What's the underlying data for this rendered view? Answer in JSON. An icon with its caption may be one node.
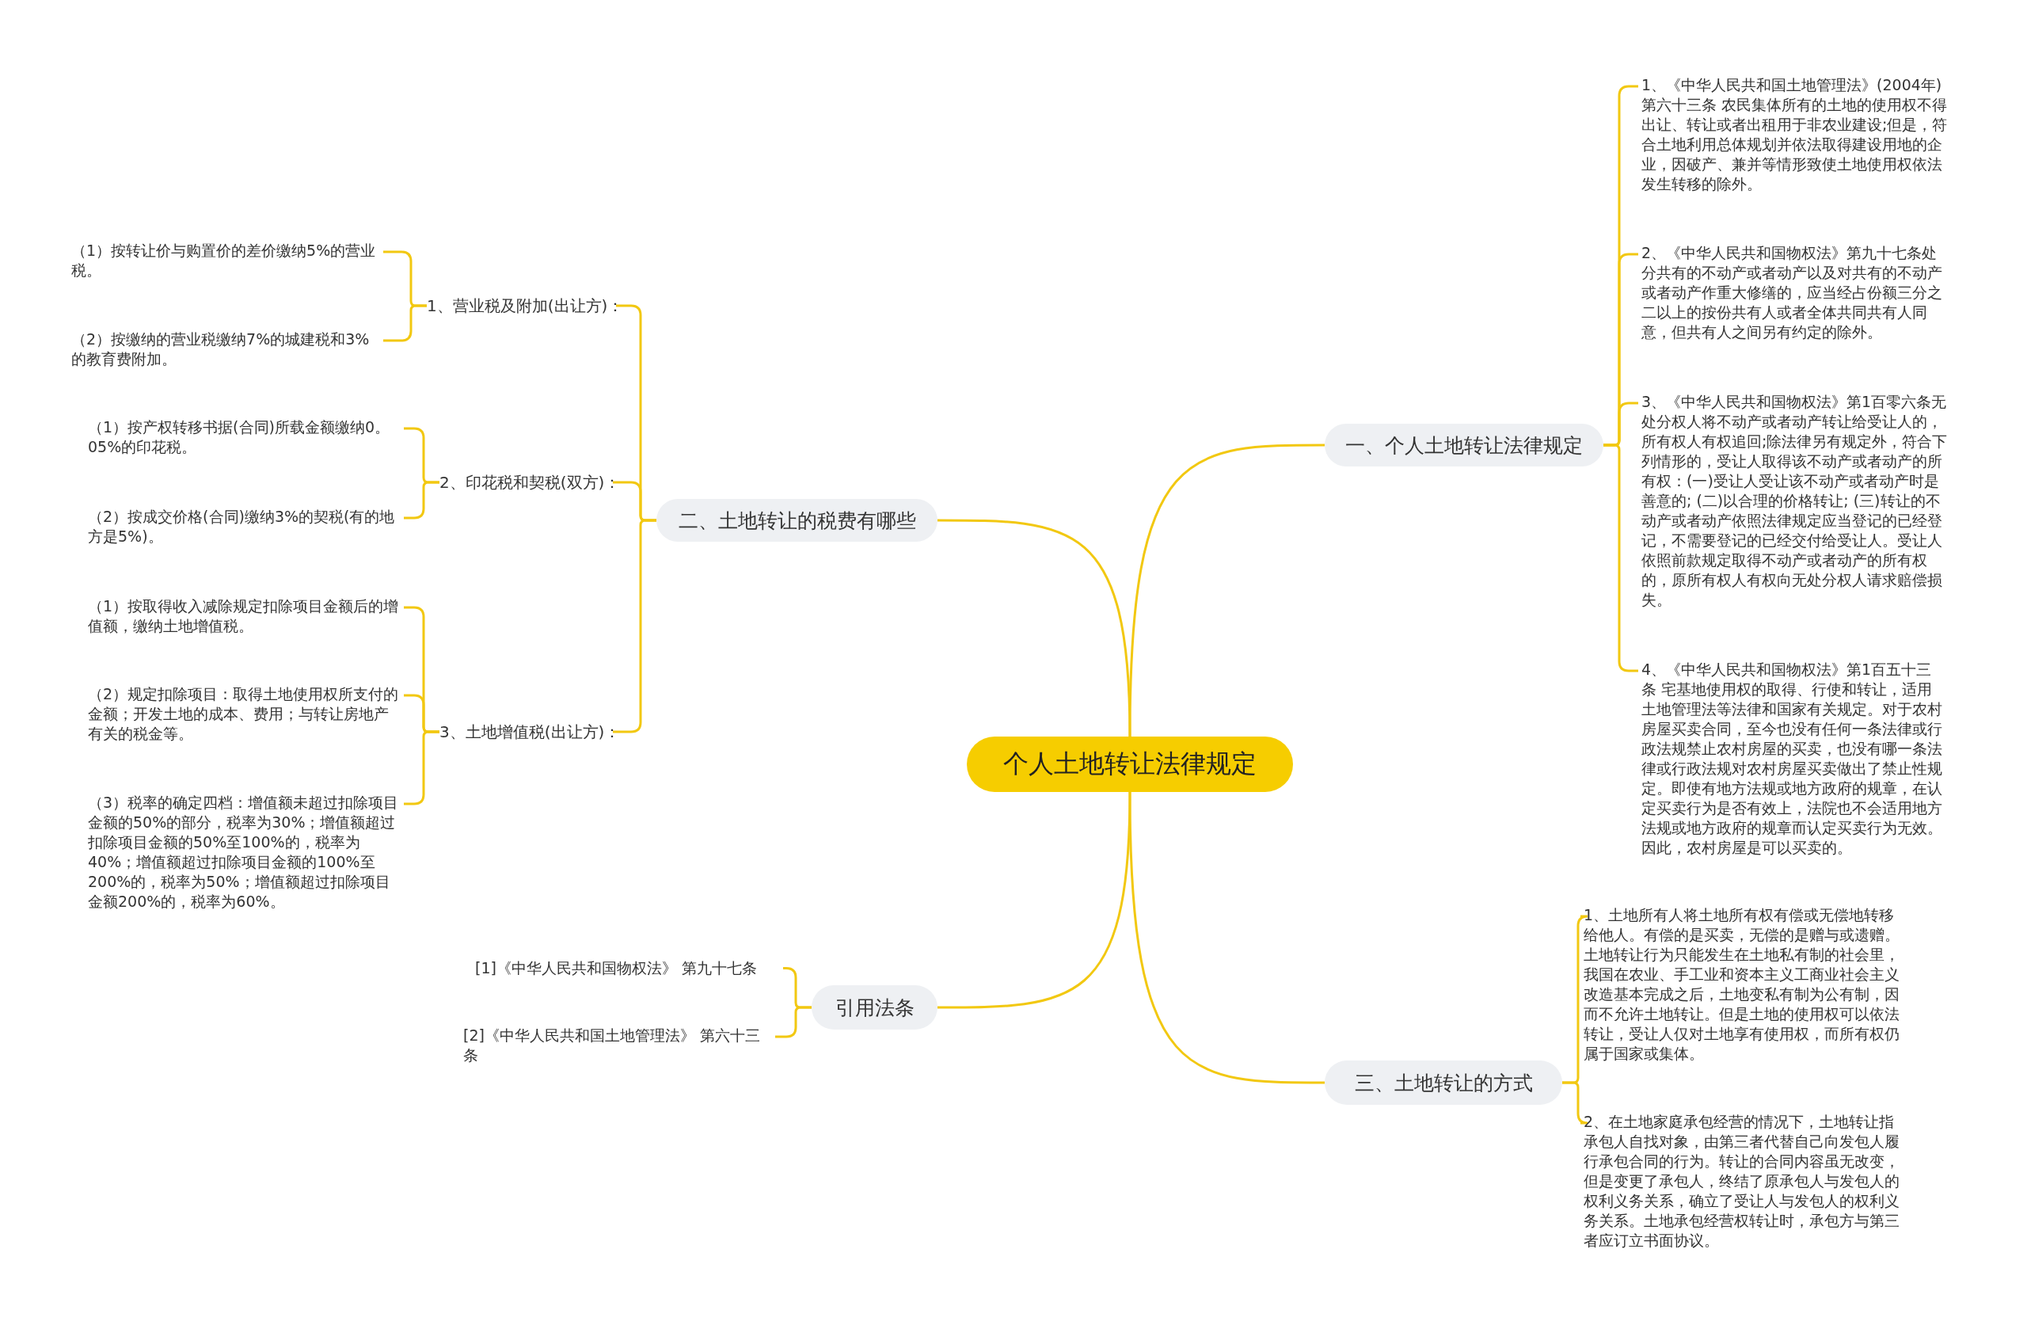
{
  "diagram": {
    "nodes": [
      {
        "text": [
          "个人土地转让法律规定"
        ]
      },
      {
        "text": [
          "一、个人土地转让法律规定"
        ]
      },
      {
        "text": [
          "1、《中华人民共和国土地管理法》(2004年)第六十三条 农民集体所有的土地的使用权不得出让、转让或者出租用于非农业建设;但是，符合土地利用总体规划并依法取得建设用地的企业，因破产、兼并等情形致使土地使用权依法发生转移的除外。"
        ]
      },
      {
        "text": [
          "2、《中华人民共和国物权法》第九十七条处分共有的不动产或者动产以及对共有的不动产或者动产作重大修缮的，应当经占份额三分之二以上的按份共有人或者全体共同共有人同意，但共有人之间另有约定的除外。"
        ]
      },
      {
        "text": [
          "3、《中华人民共和国物权法》第1百零六条无处分权人将不动产或者动产转让给受让人的，所有权人有权追回;除法律另有规定外，符合下列情形的，受让人取得该不动产或者动产的所有权：(一)受让人受让该不动产或者动产时是善意的; (二)以合理的价格转让; (三)转让的不动产或者动产依照法律规定应当登记的已经登记，不需要登记的已经交付给受让人。受让人依照前款规定取得不动产或者动产的所有权的，原所有权人有权向无处分权人请求赔偿损失。"
        ]
      },
      {
        "text": [
          "4、《中华人民共和国物权法》第1百五十三条 宅基地使用权的取得、行使和转让，适用土地管理法等法律和国家有关规定。对于农村房屋买卖合同，至今也没有任何一条法律或行政法规禁止农村房屋的买卖，也没有哪一条法律或行政法规对农村房屋买卖做出了禁止性规定。即使有地方法规或地方政府的规章，在认定买卖行为是否有效上，法院也不会适用地方法规或地方政府的规章而认定买卖行为无效。因此，农村房屋是可以买卖的。"
        ]
      },
      {
        "text": [
          "二、土地转让的税费有哪些"
        ]
      },
      {
        "text": [
          "1、营业税及附加(出让方)："
        ]
      },
      {
        "text": [
          "（1）按转让价与购置价的差价缴纳5%的营业税。"
        ]
      },
      {
        "text": [
          "（2）按缴纳的营业税缴纳7%的城建税和3%的教育费附加。"
        ]
      },
      {
        "text": [
          "2、印花税和契税(双方)："
        ]
      },
      {
        "text": [
          "（1）按产权转移书据(合同)所载金额缴纳0。05%的印花税。"
        ]
      },
      {
        "text": [
          "（2）按成交价格(合同)缴纳3%的契税(有的地方是5%)。"
        ]
      },
      {
        "text": [
          "3、土地增值税(出让方)："
        ]
      },
      {
        "text": [
          "（1）按取得收入减除规定扣除项目金额后的增值额，缴纳土地增值税。"
        ]
      },
      {
        "text": [
          "（2）规定扣除项目：取得土地使用权所支付的金额；开发土地的成本、费用；与转让房地产有关的税金等。"
        ]
      },
      {
        "text": [
          "（3）税率的确定四档：增值额未超过扣除项目金额的50%的部分，税率为30%；增值额超过扣除项目金额的50%至100%的，税率为40%；增值额超过扣除项目金额的100%至200%的，税率为50%；增值额超过扣除项目金额200%的，税率为60%。"
        ]
      },
      {
        "text": [
          "引用法条"
        ]
      },
      {
        "text": [
          "[1]《中华人民共和国物权法》 第九十七条"
        ]
      },
      {
        "text": [
          "[2]《中华人民共和国土地管理法》 第六十三条"
        ]
      },
      {
        "text": [
          "三、土地转让的方式"
        ]
      },
      {
        "text": [
          "1、土地所有人将土地所有权有偿或无偿地转移给他人。有偿的是买卖，无偿的是赠与或遗赠。土地转让行为只能发生在土地私有制的社会里，我国在农业、手工业和资本主义工商业社会主义改造基本完成之后，土地变私有制为公有制，因而不允许土地转让。但是土地的使用权可以依法转让，受让人仅对土地享有使用权，而所有权仍属于国家或集体。"
        ]
      },
      {
        "text": [
          "2、在土地家庭承包经营的情况下，土地转让指承包人自找对象，由第三者代替自己向发包人履行承包合同的行为。转让的合同内容虽无改变，但是变更了承包人，终结了原承包人与发包人的权利义务关系，确立了受让人与发包人的权利义务关系。土地承包经营权转让时，承包方与第三者应订立书面协议。"
        ]
      }
    ],
    "edges": [
      {
        "from": 0,
        "to": 1,
        "arrow": "none"
      },
      {
        "from": 1,
        "to": 2,
        "arrow": "none"
      },
      {
        "from": 1,
        "to": 3,
        "arrow": "none"
      },
      {
        "from": 1,
        "to": 4,
        "arrow": "none"
      },
      {
        "from": 1,
        "to": 5,
        "arrow": "none"
      },
      {
        "from": 0,
        "to": 6,
        "arrow": "none"
      },
      {
        "from": 6,
        "to": 7,
        "arrow": "none"
      },
      {
        "from": 7,
        "to": 8,
        "arrow": "none"
      },
      {
        "from": 7,
        "to": 9,
        "arrow": "none"
      },
      {
        "from": 6,
        "to": 10,
        "arrow": "none"
      },
      {
        "from": 10,
        "to": 11,
        "arrow": "none"
      },
      {
        "from": 10,
        "to": 12,
        "arrow": "none"
      },
      {
        "from": 6,
        "to": 13,
        "arrow": "none"
      },
      {
        "from": 13,
        "to": 14,
        "arrow": "none"
      },
      {
        "from": 13,
        "to": 15,
        "arrow": "none"
      },
      {
        "from": 13,
        "to": 16,
        "arrow": "none"
      },
      {
        "from": 0,
        "to": 17,
        "arrow": "none"
      },
      {
        "from": 17,
        "to": 18,
        "arrow": "none"
      },
      {
        "from": 17,
        "to": 19,
        "arrow": "none"
      },
      {
        "from": 0,
        "to": 20,
        "arrow": "none"
      },
      {
        "from": 20,
        "to": 21,
        "arrow": "none"
      },
      {
        "from": 20,
        "to": 22,
        "arrow": "none"
      }
    ]
  }
}
